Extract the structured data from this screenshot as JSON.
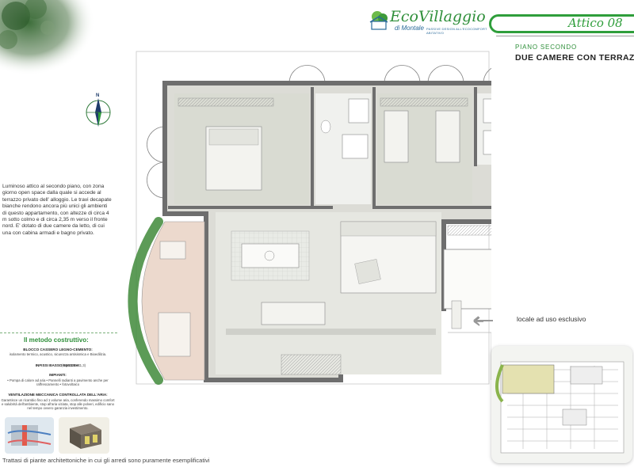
{
  "brand": {
    "name": "EcoVillaggio",
    "sub": "di Montale",
    "tagline": "PASSIVE DESIGN ALL'ECOCOMFORT ABITATIVO",
    "green": "#2f9e3b"
  },
  "unit": {
    "title": "Attico 08",
    "floor": "PIANO SECONDO",
    "type": "DUE CAMERE CON TERRAZZO"
  },
  "description": "Luminoso attico al secondo piano, con zona giorno open space dalla quale si accede al terrazzo privato dell' alloggio. Le travi decapate bianche rendono ancora più unici gli ambienti di questo appartamento, con altezze di circa 4 m sotto colmo e di circa 2,35 m verso il fronte nord. E' dotato di due camere da letto, di cui una con cabina armadi e bagno privato.",
  "method": {
    "title": "Il metodo costruttivo:",
    "items": [
      {
        "heading": "BLOCCO CASSERO LEGNO-CEMENTO:",
        "text": "isolamento termico, acustico, sicurezza antisismica e Bioedilizia."
      },
      {
        "heading": "INFISSI BASSO EMISSIVI:",
        "text": "(Ug 1,1 Uw 1,3)"
      },
      {
        "heading": "IMPIANTI:",
        "text": "• Pompa di calore ad aria • Pannelli radianti a pavimento anche per raffrescamento • fotovoltaico"
      },
      {
        "heading": "VENTILAZIONE MECCANICA CONTROLLATA DELL'ARIA:",
        "text": "Garantisce un ricambio fino ad 1 volume aria, conferendo massimo comfort e salubrità dell'ambiente, stop all'aria viziata, stop alle polveri, edificio sano nel tempo ovvero garanzia investimento."
      }
    ]
  },
  "compass": {
    "label": "N"
  },
  "locale_label": "locale ad uso esclusivo",
  "footnote": "Trattasi di piante architettoniche in cui gli arredi sono puramente esemplificativi"
}
